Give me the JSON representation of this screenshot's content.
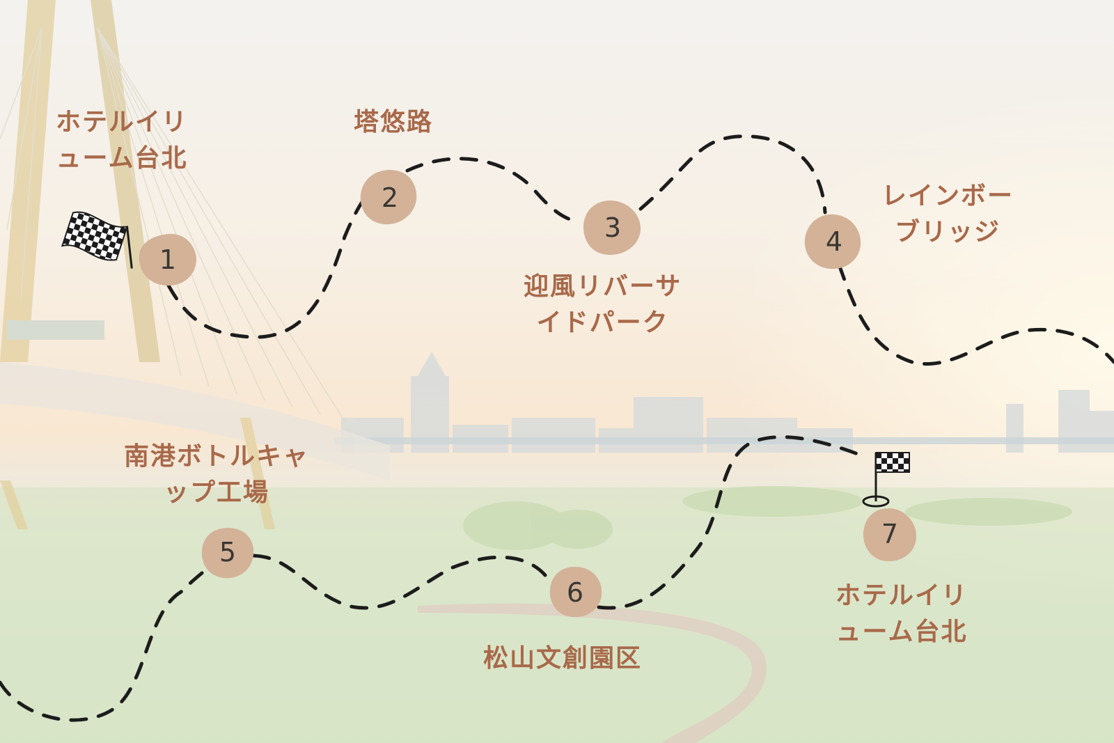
{
  "stops": [
    {
      "number": "1",
      "name": "ホテルイリ\nューム台北"
    },
    {
      "number": "2",
      "name": "塔悠路"
    },
    {
      "number": "3",
      "name": "迎風リバーサ\nイドパーク"
    },
    {
      "number": "4",
      "name": "レインボー\nブリッジ"
    },
    {
      "number": "5",
      "name": "南港ボトルキャ\nップ工場"
    },
    {
      "number": "6",
      "name": "松山文創園区"
    },
    {
      "number": "7",
      "name": "ホテルイリ\nューム台北"
    }
  ],
  "icons": {
    "start": "checkered-flag-icon",
    "finish": "golf-flag-icon"
  },
  "colors": {
    "label": "#a8694a",
    "marker": "#d3b298",
    "route": "#1c1c1c"
  }
}
